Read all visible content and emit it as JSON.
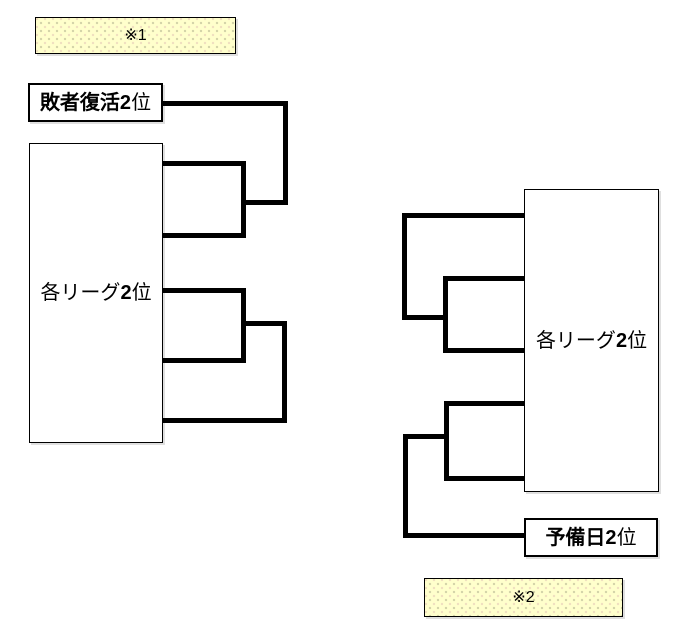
{
  "diagram": {
    "notes": {
      "note1": {
        "label": "※1"
      },
      "note2": {
        "label": "※2"
      }
    },
    "boxes": {
      "loser_revival": {
        "text_bold": "敗者復活2",
        "text_regular": "位"
      },
      "left_league": {
        "text_pre": "各リーグ",
        "text_bold": "2",
        "text_post": "位"
      },
      "right_league": {
        "text_pre": "各リーグ",
        "text_bold": "2",
        "text_post": "位"
      },
      "reserve_day": {
        "text_bold": "予備日2",
        "text_regular": "位"
      }
    },
    "colors": {
      "note_fill": "#ffffcc",
      "box_fill": "#ffffff",
      "line": "#000000",
      "border": "#000000"
    }
  }
}
